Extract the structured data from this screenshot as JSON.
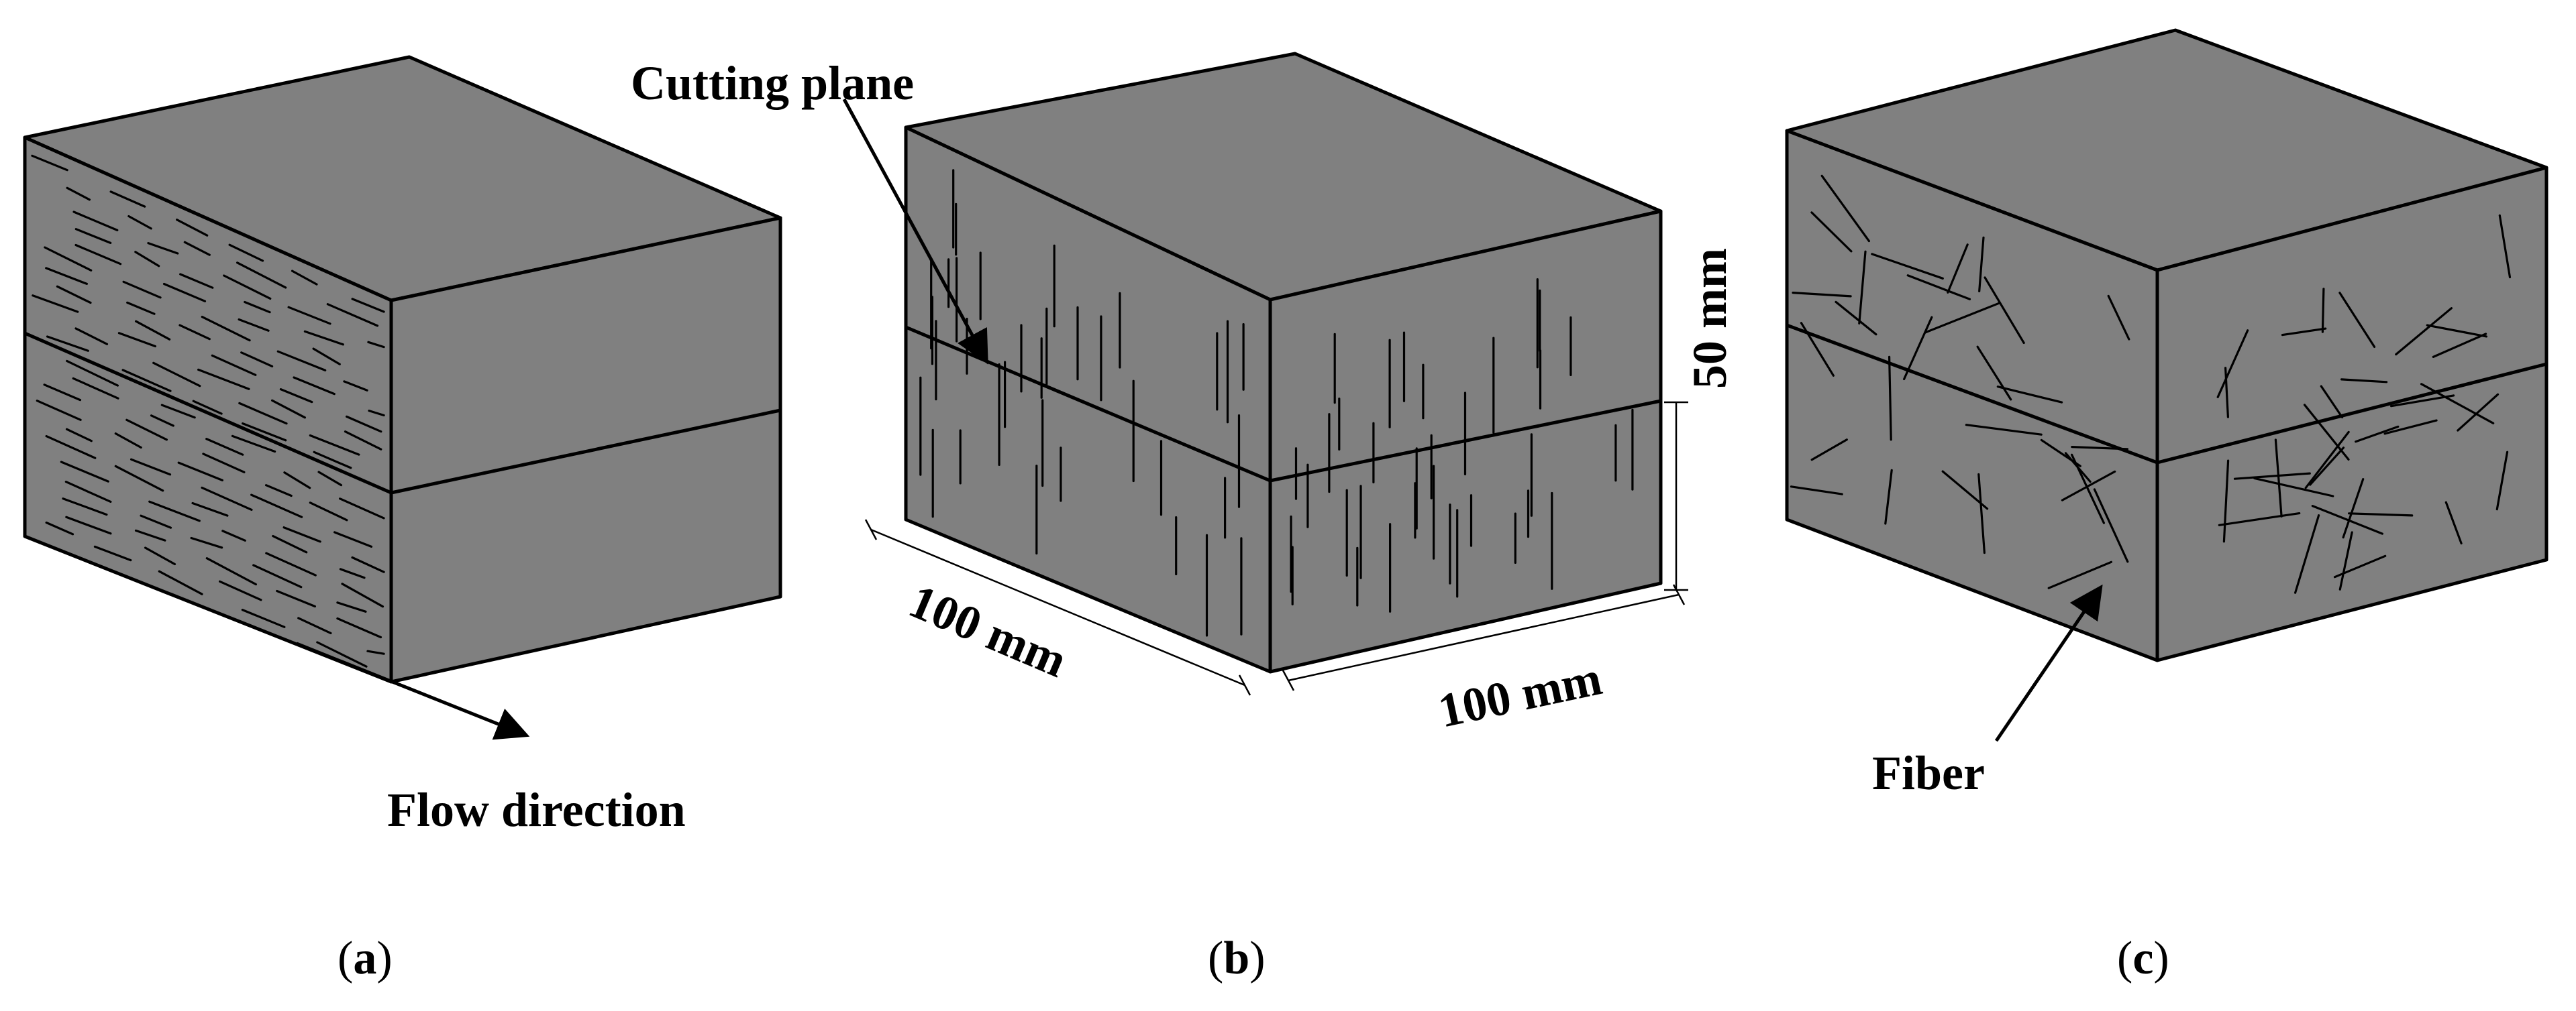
{
  "colors": {
    "block_face": "#808080",
    "line": "#000000",
    "background": "#ffffff"
  },
  "labels": {
    "flow_direction": "Flow direction",
    "cutting_plane": "Cutting plane",
    "fiber": "Fiber",
    "dim_height": "50 mm",
    "dim_length": "100 mm",
    "dim_width": "100 mm"
  },
  "captions": {
    "a": {
      "open": "(",
      "letter": "a",
      "close": ")"
    },
    "b": {
      "open": "(",
      "letter": "b",
      "close": ")"
    },
    "c": {
      "open": "(",
      "letter": "c",
      "close": ")"
    }
  },
  "panels": [
    {
      "id": "a",
      "fiber_orientation": "parallel to flow direction (horizontal)"
    },
    {
      "id": "b",
      "fiber_orientation": "perpendicular to cutting plane (vertical)"
    },
    {
      "id": "c",
      "fiber_orientation": "random"
    }
  ]
}
